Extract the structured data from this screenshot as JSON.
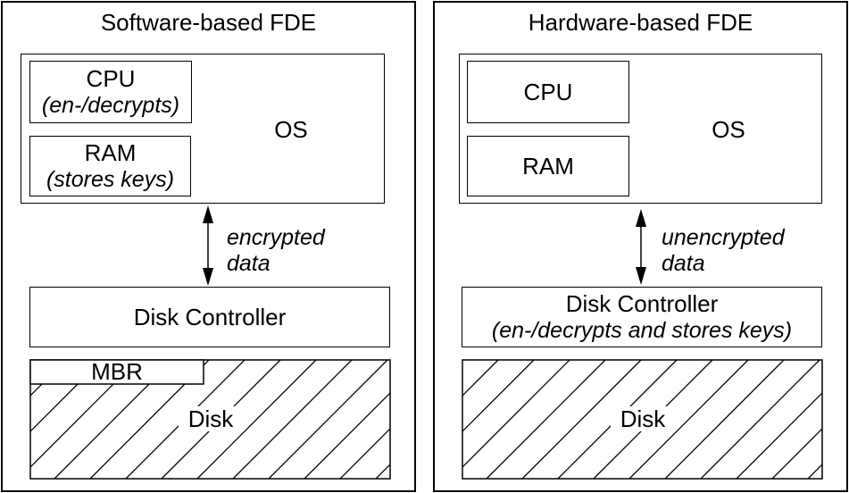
{
  "software": {
    "title": "Software-based FDE",
    "cpu": {
      "label": "CPU",
      "note": "(en-/decrypts)"
    },
    "ram": {
      "label": "RAM",
      "note": "(stores keys)"
    },
    "os": "OS",
    "arrow_label_line1": "encrypted",
    "arrow_label_line2": "data",
    "controller": {
      "label": "Disk Controller"
    },
    "mbr": "MBR",
    "disk": "Disk"
  },
  "hardware": {
    "title": "Hardware-based FDE",
    "cpu": {
      "label": "CPU"
    },
    "ram": {
      "label": "RAM"
    },
    "os": "OS",
    "arrow_label_line1": "unencrypted",
    "arrow_label_line2": "data",
    "controller": {
      "label": "Disk Controller",
      "note": "(en-/decrypts and stores keys)"
    },
    "disk": "Disk"
  }
}
